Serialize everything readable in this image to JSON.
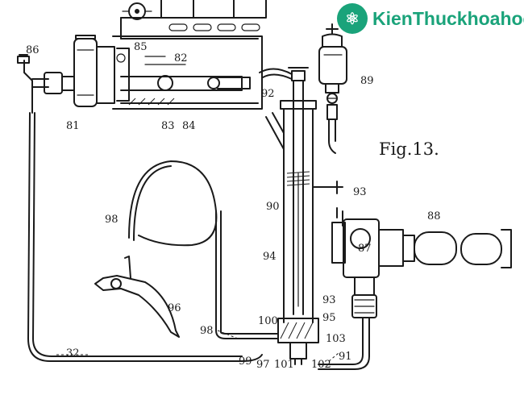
{
  "watermark": {
    "text": "KienThuckhoahoc.org",
    "color": "#1aa37a",
    "icon": "atom-globe-icon"
  },
  "figure": {
    "title": "Fig.13."
  },
  "labels": {
    "l32": "32",
    "l81": "81",
    "l82": "82",
    "l83": "83",
    "l84": "84",
    "l85": "85",
    "l86": "86",
    "l87": "87",
    "l88": "88",
    "l89": "89",
    "l90": "90",
    "l91": "91",
    "l92": "92",
    "l93a": "93",
    "l93b": "93",
    "l94": "94",
    "l95": "95",
    "l96": "96",
    "l97": "97",
    "l98a": "98",
    "l98b": "98",
    "l99": "99",
    "l100": "100",
    "l101": "101",
    "l102": "102",
    "l103": "103"
  }
}
